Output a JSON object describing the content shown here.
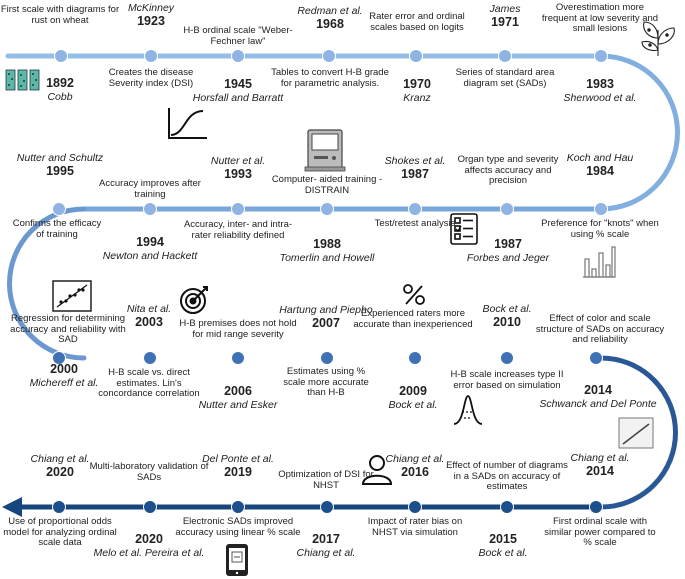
{
  "colors": {
    "line_light": "#8db8e0",
    "line_mid": "#4f83c2",
    "line_dark": "#17467e",
    "dot_light": "#8fb4e3",
    "dot_mid": "#3f72b5",
    "dot_dark": "#1c4f8c",
    "text": "#222222"
  },
  "events": [
    {
      "id": "e1892",
      "desc": "First scale with diagrams for rust on wheat",
      "year": "1892",
      "author": "Cobb"
    },
    {
      "id": "e1923",
      "author": "McKinney",
      "year": "1923",
      "desc": "Creates the disease Severity index (DSI)"
    },
    {
      "id": "e1945",
      "desc": "H-B ordinal scale \"Weber-Fechner law\"",
      "year": "1945",
      "author": "Horsfall and Barratt"
    },
    {
      "id": "e1968",
      "author": "Redman et al.",
      "year": "1968",
      "desc": "Tables to convert H-B grade for parametric analysis."
    },
    {
      "id": "e1970",
      "desc": "Rater error and ordinal scales based on logits",
      "year": "1970",
      "author": "Kranz"
    },
    {
      "id": "e1971",
      "author": "James",
      "year": "1971",
      "desc": "Series of standard area diagram set (SADs)"
    },
    {
      "id": "e1983",
      "desc": "Overestimation more frequent at low severity and small lesions",
      "year": "1983",
      "author": "Sherwood et al."
    },
    {
      "id": "e1984",
      "author": "Koch and Hau",
      "year": "1984",
      "desc": "Preference for \"knots\" when using % scale"
    },
    {
      "id": "e1987a",
      "desc": "Organ type and severity affects accuracy and precision",
      "year": "1987",
      "author": "Forbes and Jeger"
    },
    {
      "id": "e1987b",
      "author": "Shokes et al.",
      "year": "1987",
      "desc": "Test/retest analysis"
    },
    {
      "id": "e1988",
      "desc": "Computer- aided training - DISTRAIN",
      "year": "1988",
      "author": "Tomerlin and Howell"
    },
    {
      "id": "e1993",
      "author": "Nutter et al.",
      "year": "1993",
      "desc": "Accuracy, inter- and intra-rater reliability defined"
    },
    {
      "id": "e1994",
      "desc": "Accuracy improves after training",
      "year": "1994",
      "author": "Newton and Hackett"
    },
    {
      "id": "e1995",
      "author": "Nutter and Schultz",
      "year": "1995",
      "desc": "Confirms the efficacy of training"
    },
    {
      "id": "e2000",
      "desc": "Regression for determining accuracy and reliability with SAD",
      "year": "2000",
      "author": "Michereff et al."
    },
    {
      "id": "e2003",
      "author": "Nita et al.",
      "year": "2003",
      "desc": "H-B scale vs. direct estimates. Lin's concordance correlation"
    },
    {
      "id": "e2006",
      "desc": "H-B premises does not hold for mid range severity",
      "year": "2006",
      "author": "Nutter and Esker"
    },
    {
      "id": "e2007",
      "author": "Hartung and Piepho",
      "year": "2007",
      "desc": "Estimates using % scale more accurate than H-B"
    },
    {
      "id": "e2009",
      "desc": "Experienced raters more accurate than inexperienced",
      "year": "2009",
      "author": "Bock et al."
    },
    {
      "id": "e2010",
      "author": "Bock et al.",
      "year": "2010",
      "desc": "H-B scale increases type II error based on simulation"
    },
    {
      "id": "e2014a",
      "desc": "Effect of color and scale structure of SADs on accuracy and reliability",
      "year": "2014",
      "author": "Schwanck and Del Ponte"
    },
    {
      "id": "e2014b",
      "author": "Chiang et al.",
      "year": "2014",
      "desc": "First ordinal scale with similar power compared to % scale"
    },
    {
      "id": "e2015",
      "desc": "Effect of number of diagrams in a SADs on accuracy of estimates",
      "year": "2015",
      "author": "Bock et al."
    },
    {
      "id": "e2016",
      "author": "Chiang et al.",
      "year": "2016",
      "desc": "Impact of rater bias on NHST via simulation"
    },
    {
      "id": "e2017",
      "desc": "Optimization of DSI for NHST",
      "year": "2017",
      "author": "Chiang et al."
    },
    {
      "id": "e2019",
      "author": "Del Ponte et al.",
      "year": "2019",
      "desc": "Electronic SADs improved accuracy using linear % scale"
    },
    {
      "id": "e2020a",
      "desc": "Multi-laboratory validation of SADs",
      "year": "2020",
      "author": "Melo et al. Pereira et al."
    },
    {
      "id": "e2020b",
      "author": "Chiang et al.",
      "year": "2020",
      "desc": "Use of proportional odds model for analyzing ordinal scale data"
    }
  ],
  "icons": [
    "leaf-samples-icon",
    "sigmoid-curve-icon",
    "plant-leaf-icon",
    "computer-icon",
    "checklist-icon",
    "bar-chart-icon",
    "regression-scatter-icon",
    "target-icon",
    "percent-icon",
    "normal-distribution-icon",
    "linear-plot-icon",
    "person-icon",
    "tablet-icon"
  ]
}
